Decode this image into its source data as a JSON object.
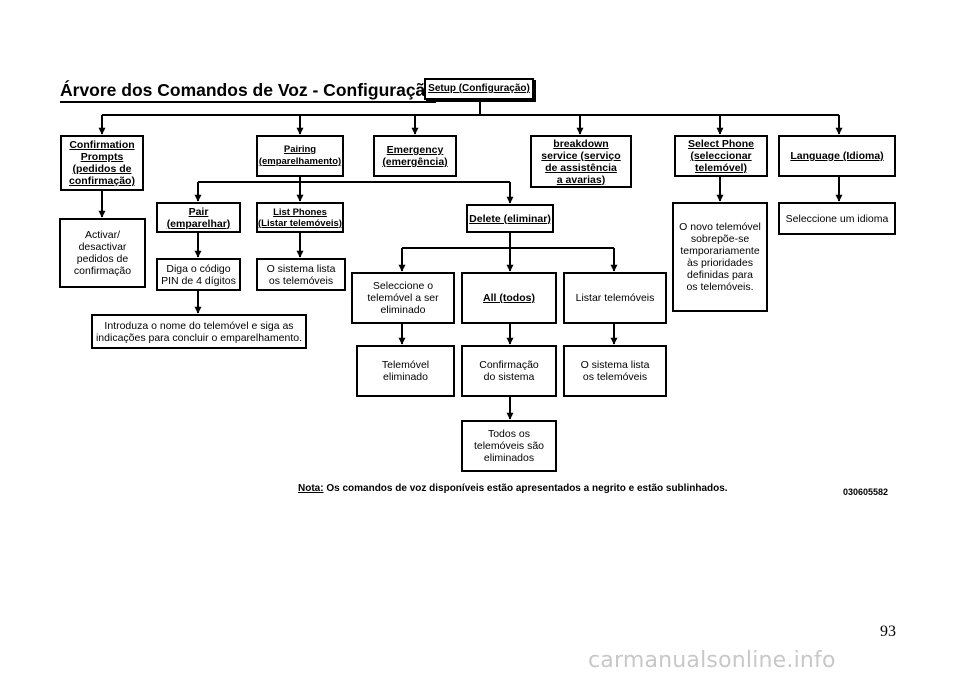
{
  "title": "Árvore dos Comandos de Voz - Configuração",
  "nodes": {
    "setup": "Setup (Configuração)",
    "confirmation": "Confirmation\nPrompts\n(pedidos de\nconfirmação)",
    "pairing": "Pairing\n(emparelhamento)",
    "emergency": "Emergency\n(emergência)",
    "breakdown": "breakdown\nservice (serviço\nde assistência\na avarias)",
    "select_phone": "Select Phone\n(seleccionar\ntelemóvel)",
    "language": "Language (Idioma)",
    "activar": "Activar/\ndesactivar\npedidos de\nconfirmação",
    "pair": "Pair\n(emparelhar)",
    "list_phones": "List Phones\n(Listar telemóveis)",
    "diga_codigo": "Diga o código\nPIN de 4 dígitos",
    "sistema_lista_1": "O sistema lista\nos telemóveis",
    "introduza": "Introduza o nome do telemóvel e siga as\nindicações para concluir o emparelhamento.",
    "delete": "Delete (eliminar)",
    "seleccione_tel": "Seleccione o\ntelemóvel a ser\neliminado",
    "all": "All (todos)",
    "listar_tel": "Listar telemóveis",
    "tel_eliminado": "Telemóvel\neliminado",
    "confirmacao_sistema": "Confirmação\ndo sistema",
    "sistema_lista_2": "O sistema lista\nos telemóveis",
    "todos_eliminados": "Todos os\ntelemóveis são\neliminados",
    "novo_telemovel": "O novo telemóvel\nsobrepõe-se\ntemporariamente\nàs prioridades\ndefinidas para\nos telemóveis.",
    "seleccione_idioma": "Seleccione um idioma"
  },
  "note": {
    "label": "Nota:",
    "text": " Os comandos de voz disponíveis estão apresentados a negrito e estão sublinhados."
  },
  "figure_code": "030605582",
  "page_number": "93",
  "watermark": "carmanualsonline.info"
}
